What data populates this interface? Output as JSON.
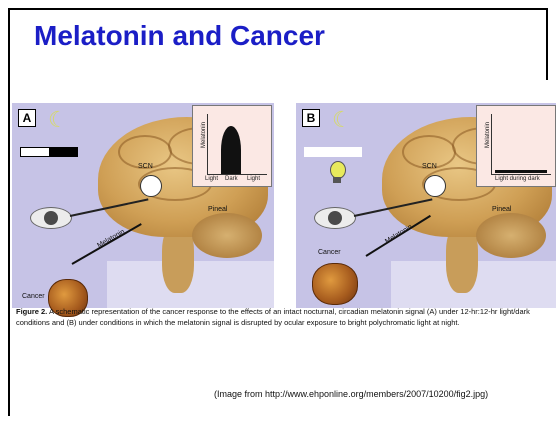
{
  "slide": {
    "title": "Melatonin and Cancer",
    "title_color": "#1b1ec6",
    "credit": "(Image from http://www.ehponline.org/members/2007/10200/fig2.jpg)"
  },
  "figure": {
    "panels": [
      {
        "letter": "A",
        "scn_label": "SCN",
        "pineal_label": "Pineal",
        "melatonin_label": "Melatonin",
        "cancer_label": "Cancer",
        "graph_ylabel": "Melatonin",
        "graph_ticks": [
          "Light",
          "Dark",
          "Light"
        ]
      },
      {
        "letter": "B",
        "scn_label": "SCN",
        "pineal_label": "Pineal",
        "melatonin_label": "Melatonin",
        "cancer_label": "Cancer",
        "graph_ylabel": "Melatonin",
        "graph_bottom": "Light during dark"
      }
    ],
    "background_color": "#c6c3e6",
    "caption_lead": "Figure 2.",
    "caption_text": "A schematic representation of the cancer response to the effects of an intact nocturnal, circadian melatonin signal (A) under 12-hr:12-hr light/dark conditions and (B) under conditions in which the melatonin signal is disrupted by ocular exposure to bright polychromatic light at night."
  }
}
